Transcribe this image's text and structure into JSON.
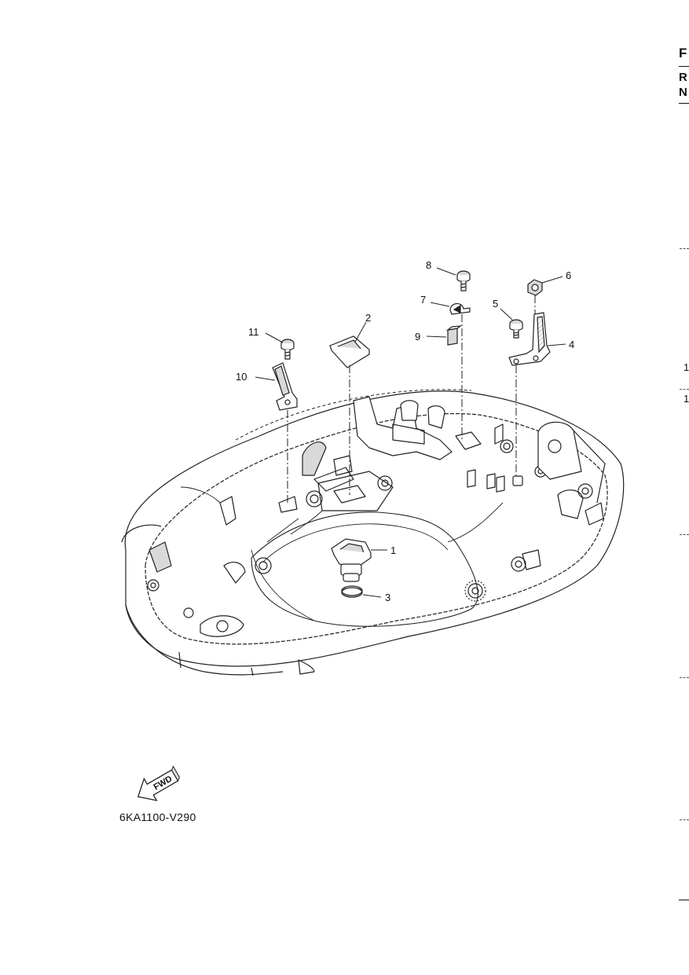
{
  "diagram_code": "6KA1100-V290",
  "fwd_arrow_label": "FWD",
  "callouts": {
    "c1": "1",
    "c2": "2",
    "c3": "3",
    "c4": "4",
    "c5": "5",
    "c6": "6",
    "c7": "7",
    "c8": "8",
    "c9": "9",
    "c10": "10",
    "c11": "11"
  },
  "right_edge": {
    "letter_f": "F",
    "letter_r": "R",
    "letter_n": "N",
    "num_a": "1",
    "num_b": "1"
  },
  "colors": {
    "line": "#222222",
    "fill": "#ffffff",
    "shade": "#d9d9d9"
  }
}
